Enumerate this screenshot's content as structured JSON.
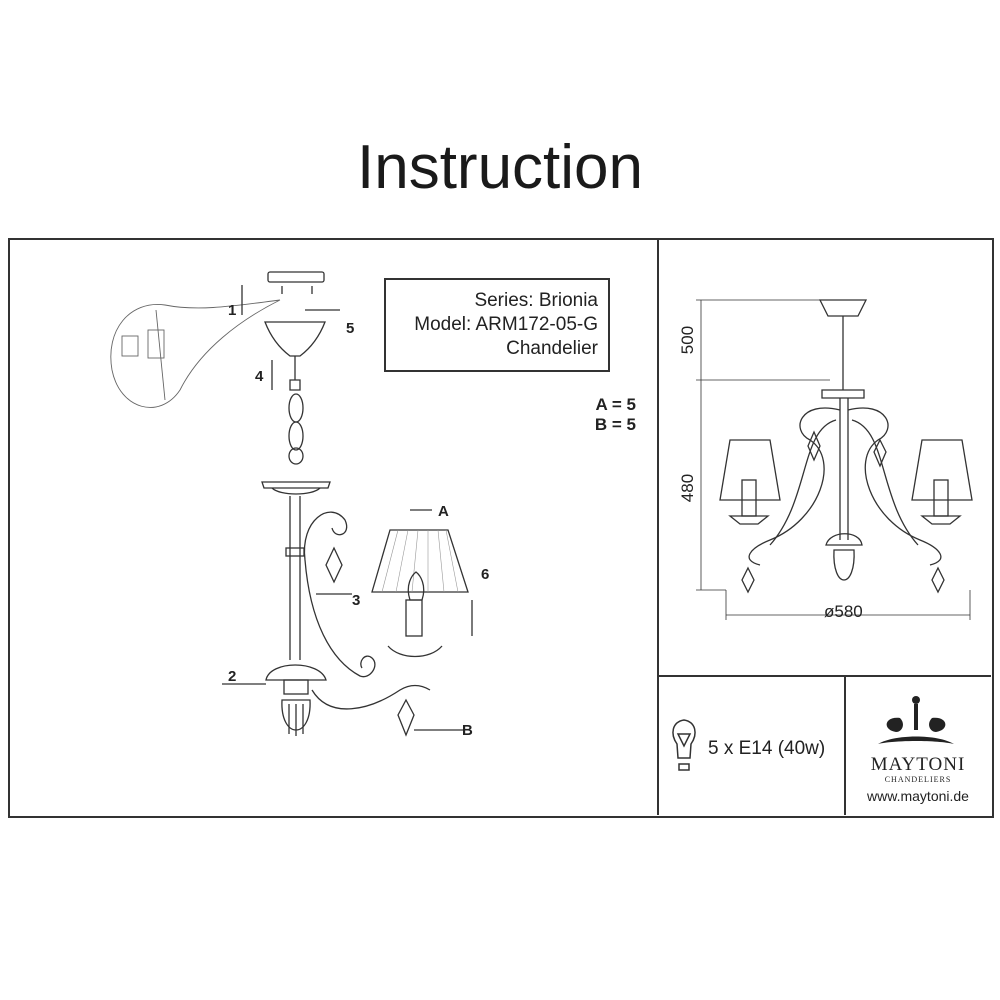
{
  "title": "Instruction",
  "product": {
    "series": "Series: Brionia",
    "model": "Model: ARM172-05-G",
    "type": "Chandelier"
  },
  "parts": [
    {
      "label": "A = 5"
    },
    {
      "label": "B = 5"
    }
  ],
  "callouts": {
    "step1": "1",
    "step2": "2",
    "step3": "3",
    "step4": "4",
    "step5": "5",
    "step6": "6",
    "partA": "A",
    "partB": "B"
  },
  "dimensions": {
    "ceiling_height": "500",
    "body_height": "480",
    "diameter": "ø580"
  },
  "bulb": {
    "spec": "5 x E14 (40w)",
    "icon": "light-bulb-icon"
  },
  "brand": {
    "name": "MAYTONI",
    "subtitle": "CHANDELIERS",
    "website": "www.maytoni.de"
  }
}
